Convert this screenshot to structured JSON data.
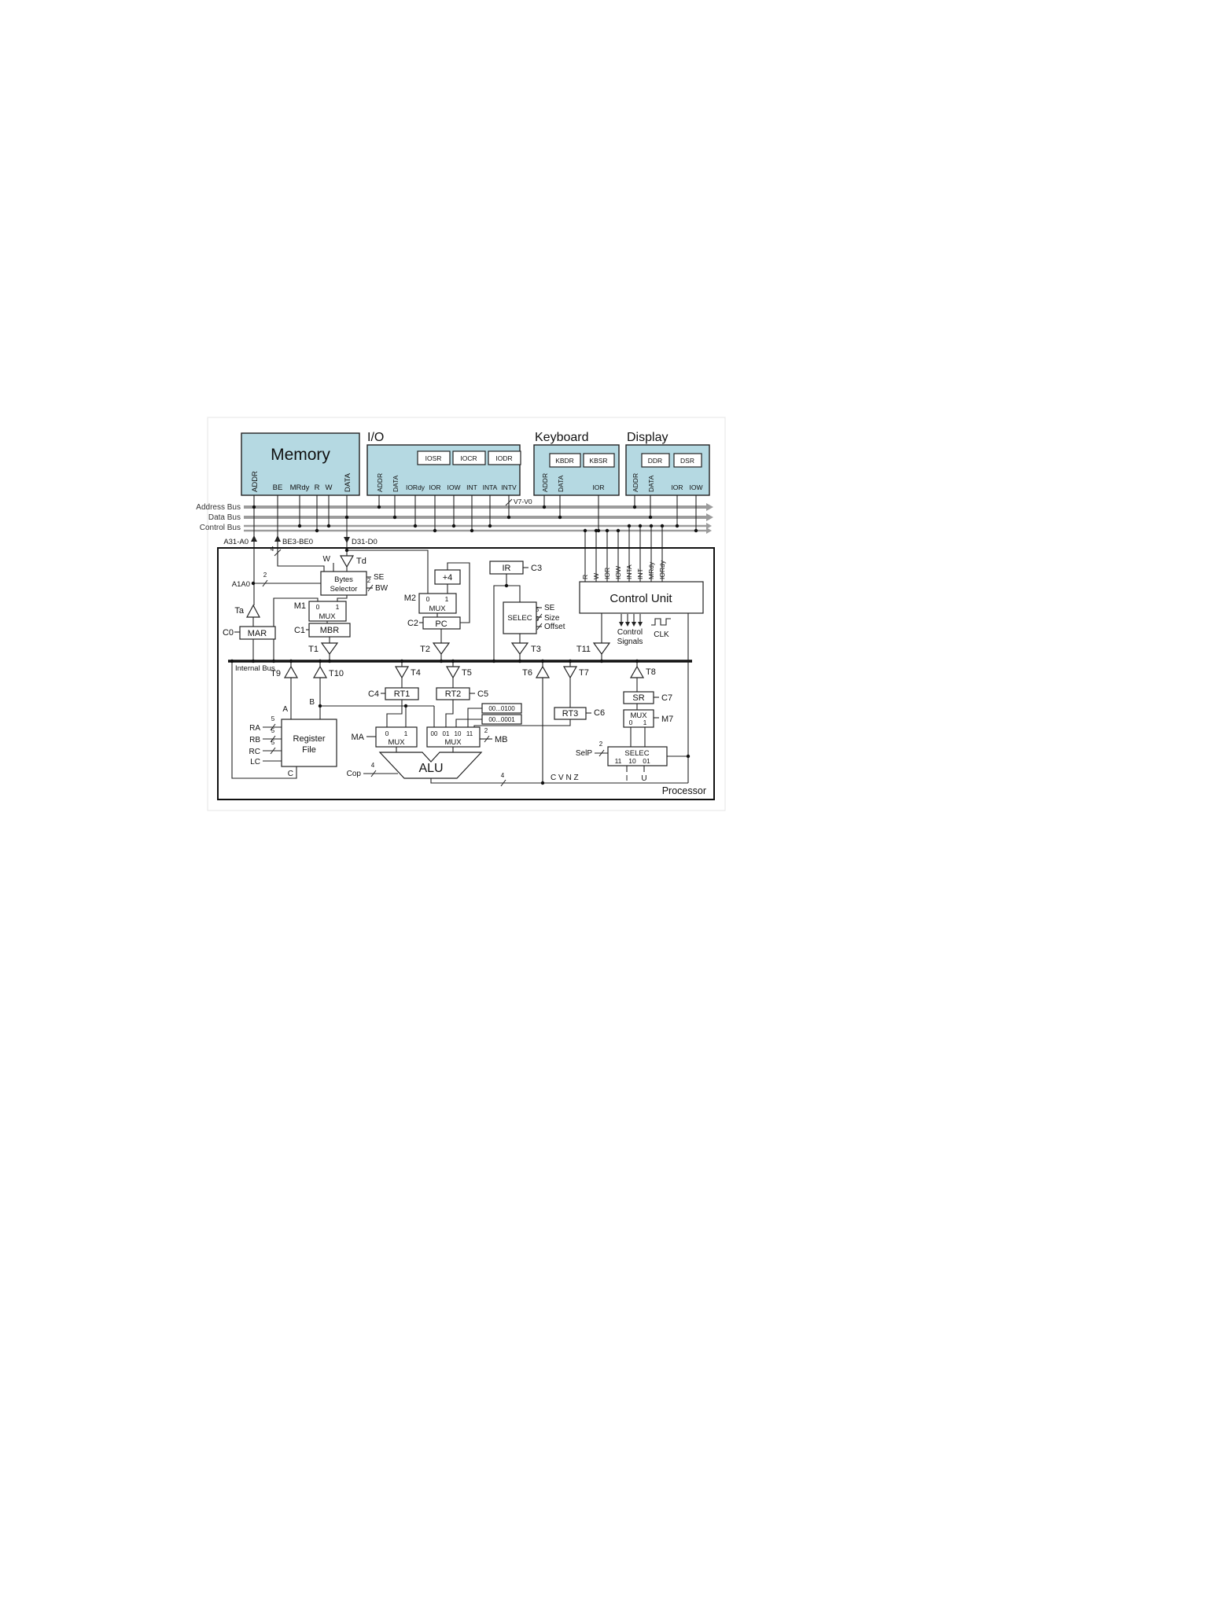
{
  "colors": {
    "device_fill": "#b5d9e2",
    "bus_gray": "#9c9c9c"
  },
  "devices": {
    "memory": {
      "title": "Memory",
      "pin_addr": "ADDR",
      "pin_be": "BE",
      "pin_mrdy": "MRdy",
      "pin_r": "R",
      "pin_w": "W",
      "pin_data": "DATA"
    },
    "io": {
      "title": "I/O",
      "regs": [
        "IOSR",
        "IOCR",
        "IODR"
      ],
      "pin_addr": "ADDR",
      "pin_data": "DATA",
      "pin_iordy": "IORdy",
      "pin_ior": "IOR",
      "pin_iow": "IOW",
      "pin_int": "INT",
      "pin_inta": "INTA",
      "pin_intv": "INTV"
    },
    "keyboard": {
      "title": "Keyboard",
      "regs": [
        "KBDR",
        "KBSR"
      ],
      "pin_addr": "ADDR",
      "pin_data": "DATA",
      "pin_ior": "IOR"
    },
    "display": {
      "title": "Display",
      "regs": [
        "DDR",
        "DSR"
      ],
      "pin_addr": "ADDR",
      "pin_data": "DATA",
      "pin_ior": "IOR",
      "pin_iow": "IOW"
    }
  },
  "buses": {
    "address": "Address Bus",
    "data": "Data Bus",
    "control": "Control Bus",
    "a_range": "A31-A0",
    "be_range": "BE3-BE0",
    "d_range": "D31-D0",
    "v_range": "V7-V0"
  },
  "processor": {
    "label": "Processor",
    "internal_bus": "Internal Bus",
    "control_unit": {
      "title": "Control Unit",
      "pin_r": "R",
      "pin_w": "W",
      "pin_ior": "IOR",
      "pin_iow": "IOW",
      "pin_inta": "INTA",
      "pin_int": "INT",
      "pin_mrdy": "MRdy",
      "pin_iordy": "IORdy",
      "signals_line1": "Control",
      "signals_line2": "Signals",
      "clk": "CLK"
    },
    "registers": {
      "mar": "MAR",
      "mbr": "MBR",
      "pc": "PC",
      "ir": "IR",
      "rt1": "RT1",
      "rt2": "RT2",
      "rt3": "RT3",
      "sr": "SR"
    },
    "buffers": {
      "ta": "Ta",
      "td": "Td",
      "t1": "T1",
      "t2": "T2",
      "t3": "T3",
      "t4": "T4",
      "t5": "T5",
      "t6": "T6",
      "t7": "T7",
      "t8": "T8",
      "t9": "T9",
      "t10": "T10",
      "t11": "T11"
    },
    "controls": {
      "c0": "C0",
      "c1": "C1",
      "c2": "C2",
      "c3": "C3",
      "c4": "C4",
      "c5": "C5",
      "c6": "C6",
      "c7": "C7"
    },
    "muxes": {
      "m1": "M1",
      "m2": "M2",
      "m7": "M7",
      "ma": "MA",
      "mb": "MB",
      "mux": "MUX",
      "s0": "0",
      "s1": "1",
      "s00": "00",
      "s01": "01",
      "s10": "10",
      "s11": "11"
    },
    "units": {
      "bytes1": "Bytes",
      "bytes2": "Selector",
      "plus4": "+4",
      "selec": "SELEC",
      "reg1": "Register",
      "reg2": "File",
      "alu": "ALU",
      "selec2": "SELEC"
    },
    "signals": {
      "w": "W",
      "se": "SE",
      "bw": "BW",
      "se2": "SE",
      "size": "Size",
      "offset": "Offset",
      "a1a0": "A1A0",
      "ra": "RA",
      "rb": "RB",
      "rc": "RC",
      "lc": "LC",
      "a": "A",
      "b": "B",
      "c": "C",
      "cop": "Cop",
      "flags": "C  V  N  Z",
      "selp": "SelP",
      "i": "I",
      "u": "U",
      "const1": "00...0100",
      "const2": "00...0001"
    },
    "widths": {
      "w2": "2",
      "w4": "4",
      "w5": "5"
    }
  }
}
